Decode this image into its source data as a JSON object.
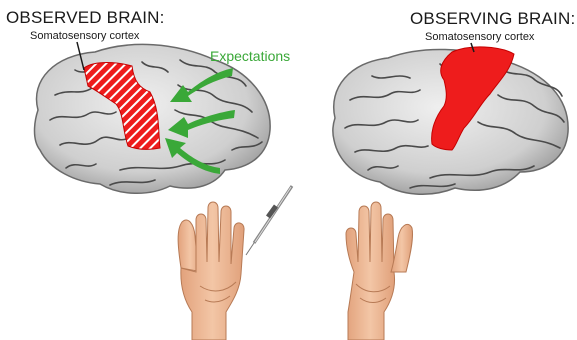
{
  "observed": {
    "title": "OBSERVED BRAIN:",
    "subtitle": "Somatosensory cortex"
  },
  "observing": {
    "title": "OBSERVING BRAIN:",
    "subtitle": "Somatosensory cortex"
  },
  "annotation": {
    "expectations": "Expectations"
  },
  "colors": {
    "cortex_red": "#ee1c1c",
    "arrow_green": "#3aa838",
    "annotation_green": "#3aa838",
    "brain_fill": "#d9d9d9",
    "sulcus": "#4a4a4a",
    "skin": "#efb995"
  }
}
